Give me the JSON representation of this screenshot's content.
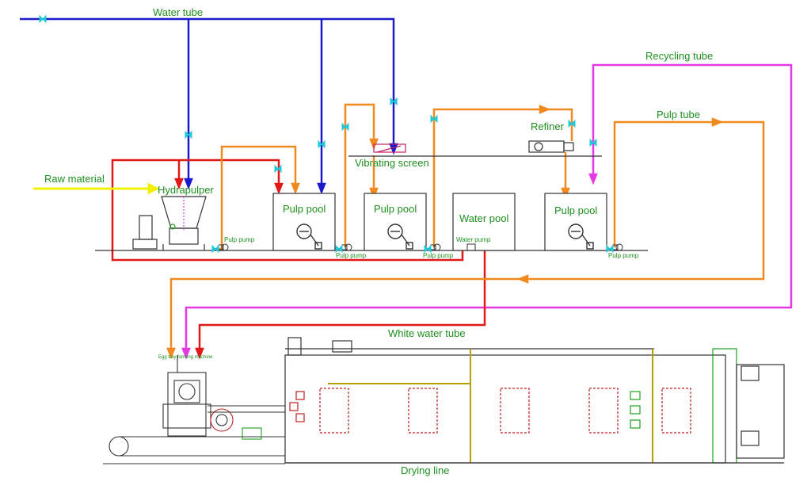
{
  "labels": {
    "water_tube": "Water tube",
    "recycling_tube": "Recycling tube",
    "pulp_tube": "Pulp tube",
    "refiner": "Refiner",
    "vibrating_screen": "Vibrating screen",
    "raw_material": "Raw material",
    "hydrapulper": "Hydrapulper",
    "pulp_pool_1": "Pulp pool",
    "pulp_pool_2": "Pulp pool",
    "water_pool": "Water pool",
    "pulp_pool_3": "Pulp pool",
    "pulp_pump_1": "Pulp pump",
    "pulp_pump_2": "Pulp pump",
    "pulp_pump_3": "Pulp pump",
    "water_pump": "Water pump",
    "pulp_pump_4": "Pulp pump",
    "white_water_tube": "White water tube",
    "egg_tray_forming_machine": "Egg tray forming machine",
    "drying_line": "Drying line"
  },
  "colors": {
    "water": "#1a1acc",
    "pulp": "#f08a1e",
    "recycling": "#e43ae4",
    "white_water": "#e01818",
    "raw": "#f0f000",
    "label": "#1f8f1f",
    "valve": "#20c8d8",
    "machine": "#333333"
  }
}
